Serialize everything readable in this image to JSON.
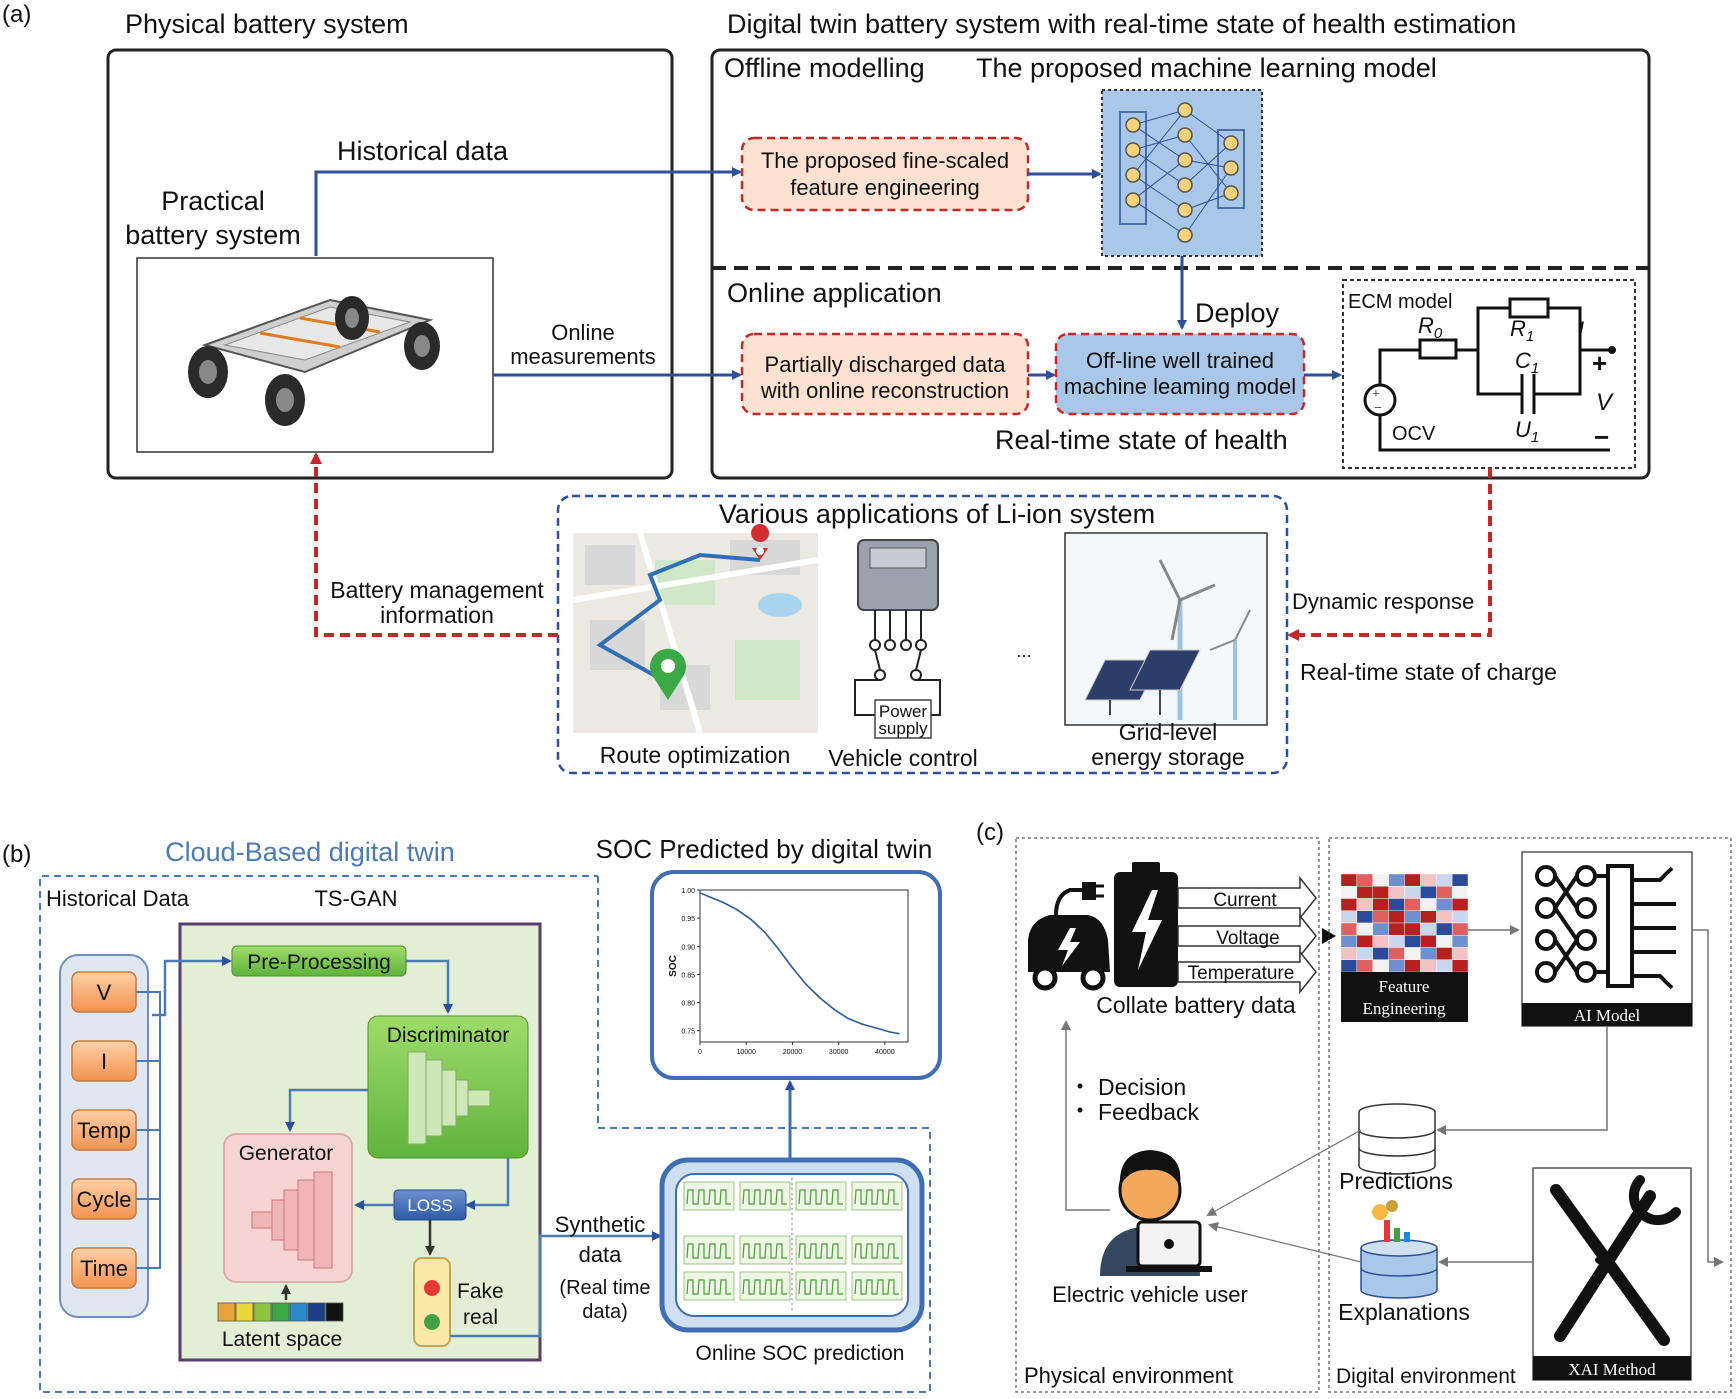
{
  "panel_a": {
    "label": "(a)",
    "physical_title": "Physical battery system",
    "digital_title": "Digital twin battery system with real-time state of health estimation",
    "offline_label": "Offline modelling",
    "ml_model_title": "The proposed machine learning model",
    "practical_l1": "Practical",
    "practical_l2": "battery system",
    "historical_data": "Historical data",
    "feature_eng_l1": "The proposed fine-scaled",
    "feature_eng_l2": "feature engineering",
    "online_app": "Online application",
    "deploy": "Deploy",
    "online_meas_l1": "Online",
    "online_meas_l2": "measurements",
    "partial_l1": "Partially discharged data",
    "partial_l2": "with online reconstruction",
    "trained_l1": "Off-line well trained",
    "trained_l2": "machine leaming model",
    "realtime_soh": "Real-time state of health",
    "ecm": {
      "title": "ECM model",
      "r0": "R",
      "r0_sub": "0",
      "r1": "R",
      "r1_sub": "1",
      "c1": "C",
      "c1_sub": "1",
      "u1": "U",
      "u1_sub": "1",
      "i": "I",
      "v": "V",
      "plus": "+",
      "minus": "−",
      "ocv": "OCV"
    },
    "apps_title": "Various applications of Li-ion system",
    "bms_l1": "Battery management",
    "bms_l2": "information",
    "route": "Route optimization",
    "vehicle": "Vehicle control",
    "power_l1": "Power",
    "power_l2": "supply",
    "ellipsis": "...",
    "grid_l1": "Grid-level",
    "grid_l2": "energy storage",
    "dynamic": "Dynamic response",
    "realtime_soc": "Real-time state of charge"
  },
  "panel_b": {
    "label": "(b)",
    "cloud_title": "Cloud-Based digital twin",
    "historical": "Historical Data",
    "tsgan": "TS-GAN",
    "inputs": [
      "V",
      "I",
      "Temp",
      "Cycle",
      "Time"
    ],
    "preproc": "Pre-Processing",
    "discriminator": "Discriminator",
    "generator": "Generator",
    "loss": "LOSS",
    "fake": "Fake",
    "real": "real",
    "latent": "Latent space",
    "synthetic_l1": "Synthetic",
    "synthetic_l2": "data",
    "realtime_l1": "(Real time",
    "realtime_l2": "data)",
    "soc_title": "SOC Predicted by digital twin",
    "online_soc": "Online SOC prediction",
    "soc_ylabel": "SOC",
    "soc_yticks": [
      "1.00",
      "0.95",
      "0.90",
      "0.85",
      "0.80",
      "0.75"
    ],
    "soc_xticks": [
      "0",
      "10000",
      "20000",
      "30000",
      "40000"
    ],
    "latent_colors": [
      "#e8a33a",
      "#e8d83a",
      "#8cc63f",
      "#3aa845",
      "#2a8acb",
      "#1c3f8a",
      "#111111"
    ]
  },
  "panel_c": {
    "label": "(c)",
    "current": "Current",
    "voltage": "Voltage",
    "temperature": "Temperature",
    "collate": "Collate battery data",
    "feature_l1": "Feature",
    "feature_l2": "Engineering",
    "ai_model": "AI Model",
    "decision": "Decision",
    "feedback": "Feedback",
    "predictions": "Predictions",
    "explanations": "Explanations",
    "ev_user": "Electric vehicle user",
    "xai": "XAI Method",
    "physical_env": "Physical environment",
    "digital_env": "Digital environment"
  },
  "chart_data": {
    "type": "line",
    "title": "",
    "xlabel": "",
    "ylabel": "SOC",
    "xlim": [
      0,
      45000
    ],
    "ylim": [
      0.73,
      1.0
    ],
    "x": [
      0,
      2000,
      5000,
      8000,
      11000,
      14000,
      17000,
      20000,
      23000,
      26000,
      29000,
      32000,
      35000,
      38000,
      41000,
      43000
    ],
    "values": [
      0.995,
      0.988,
      0.978,
      0.965,
      0.948,
      0.925,
      0.895,
      0.862,
      0.832,
      0.808,
      0.788,
      0.772,
      0.762,
      0.755,
      0.748,
      0.745
    ]
  }
}
